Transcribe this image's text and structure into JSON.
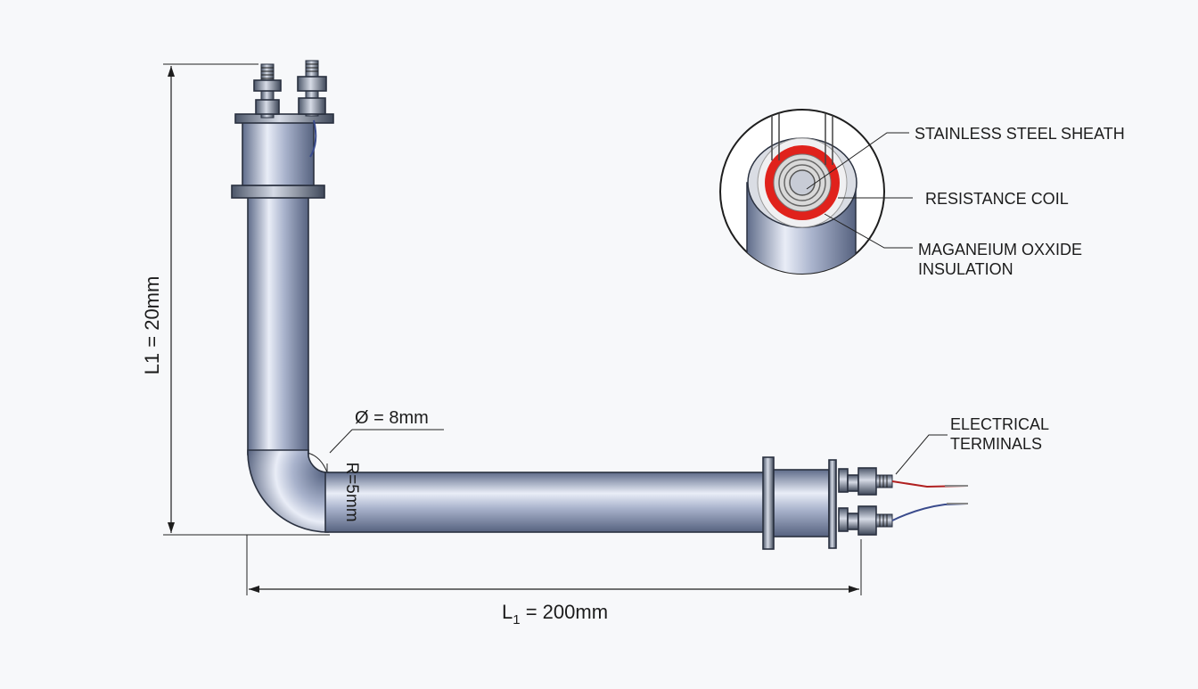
{
  "diagram": {
    "labels": {
      "vertical_length": "L1 = 20mm",
      "horizontal_length_main": "L",
      "horizontal_length_sub": "1",
      "horizontal_length_value": " = 200mm",
      "diameter": "Ø = 8mm",
      "bend_radius": "R=5mm"
    },
    "callouts": {
      "sheath": "STAINLESS STEEL SHEATH",
      "coil": "RESISTANCE COIL",
      "insulation_line1": "MAGANEIUM OXXIDE",
      "insulation_line2": "INSULATION",
      "terminals_line1": "ELECTRICAL",
      "terminals_line2": "TERMINALS"
    },
    "colors": {
      "tube_dark": "#6f7c99",
      "tube_light": "#e8ecf6",
      "resistance_coil": "#e0221c",
      "insulation": "#d9d9d9",
      "wire_red": "#b02020",
      "wire_blue": "#3a4b8c"
    }
  }
}
